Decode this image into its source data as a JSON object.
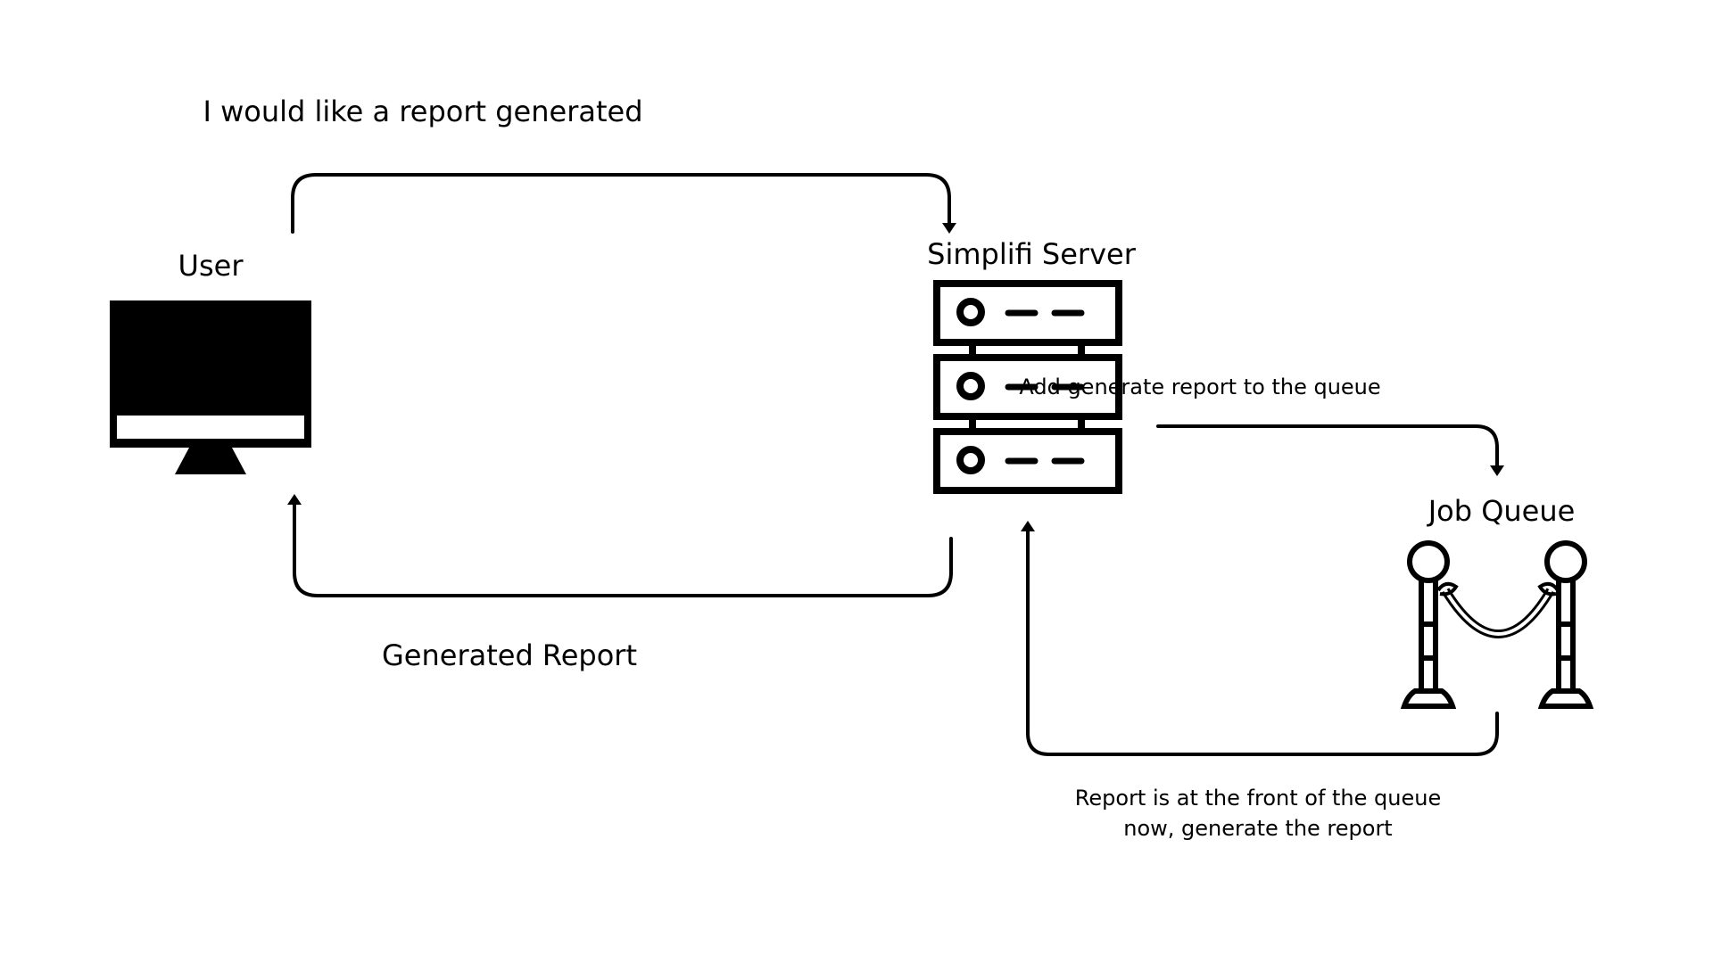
{
  "diagram": {
    "nodes": {
      "user": {
        "label": "User",
        "icon": "monitor-icon"
      },
      "server": {
        "label": "Simplifi Server",
        "icon": "server-rack-icon"
      },
      "queue": {
        "label": "Job Queue",
        "icon": "rope-barrier-icon"
      }
    },
    "edges": {
      "request": {
        "label": "I would like a report generated",
        "from": "User",
        "to": "Simplifi Server"
      },
      "response": {
        "label": "Generated Report",
        "from": "Simplifi Server",
        "to": "User"
      },
      "enqueue": {
        "label": "Add generate report to the queue",
        "from": "Simplifi Server",
        "to": "Job Queue"
      },
      "dequeue": {
        "label_line1": "Report is at the front of the queue",
        "label_line2": "now, generate the report",
        "from": "Job Queue",
        "to": "Simplifi Server"
      }
    },
    "colors": {
      "ink": "#000000",
      "background": "#ffffff"
    }
  }
}
